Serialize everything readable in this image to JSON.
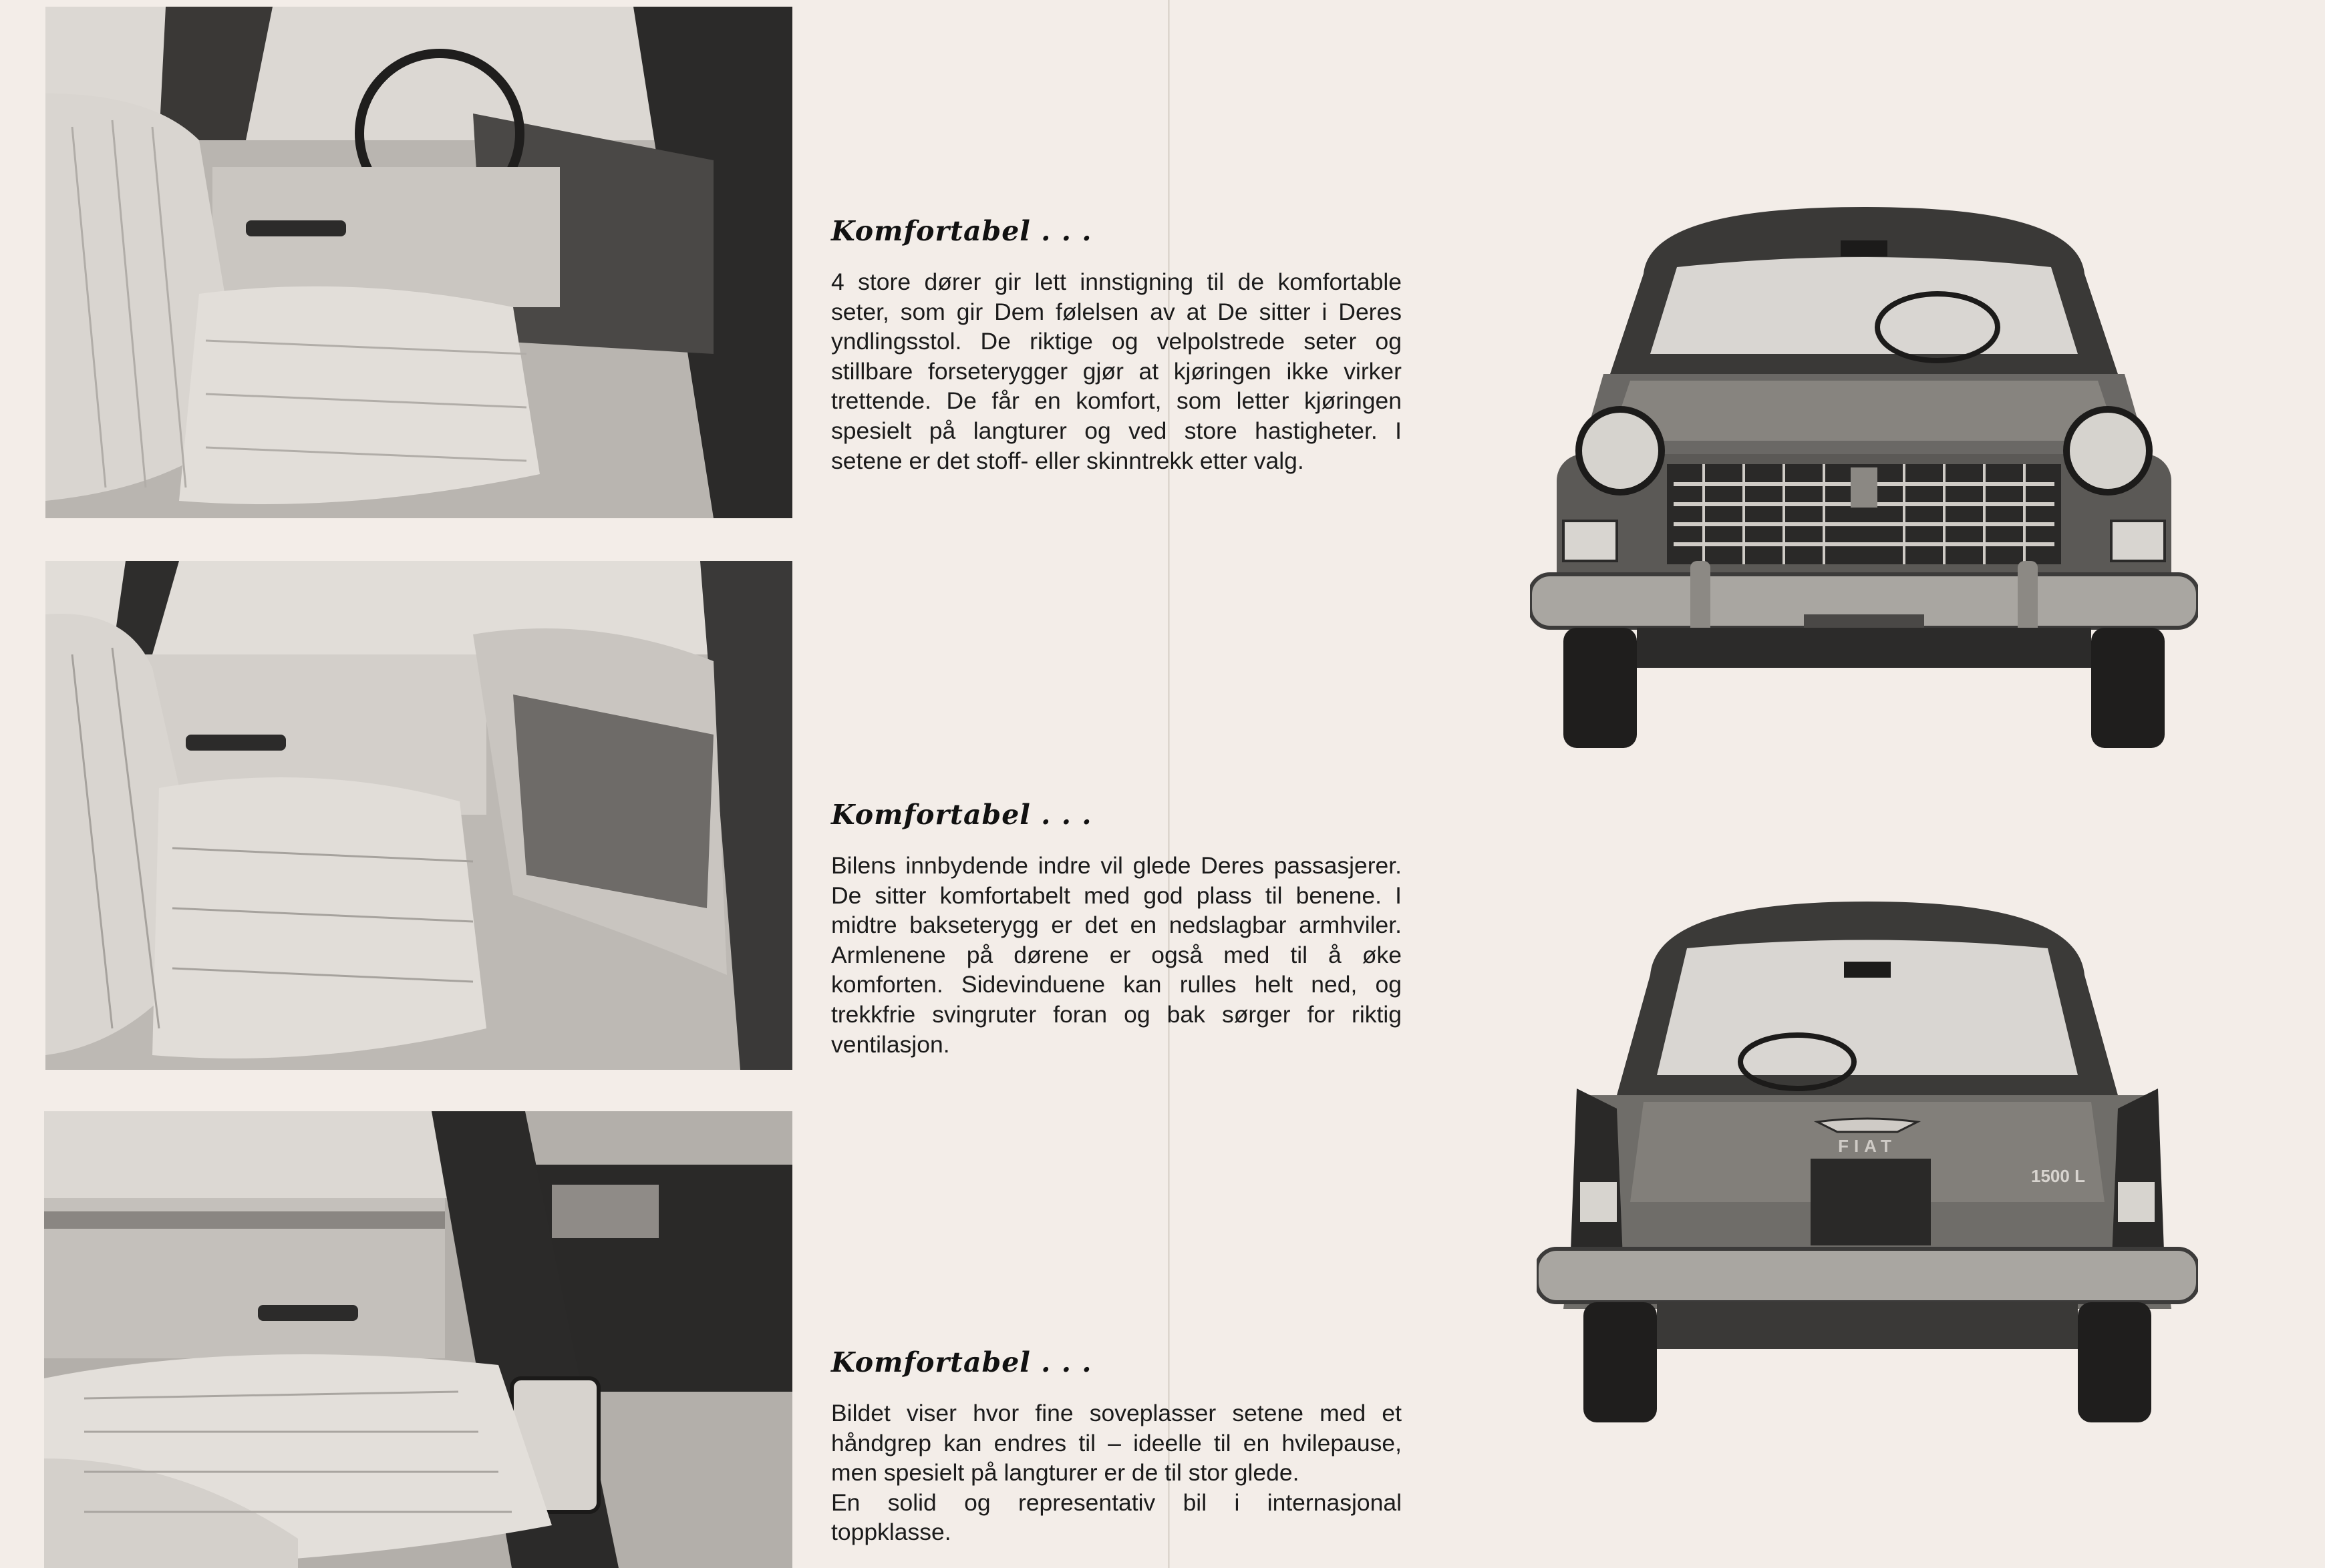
{
  "sections": [
    {
      "heading": "Komfortabel . . .",
      "body": "4 store dører gir lett innstigning til de komfortable seter, som gir Dem følelsen av at De sitter i Deres yndlingsstol. De riktige og velpolstrede seter og stillbare forseterygger gjør at kjøringen ikke virker trettende. De får en komfort, som letter kjøringen spesielt på langturer og ved store hastigheter. I setene er det stoff- eller skinntrekk etter valg."
    },
    {
      "heading": "Komfortabel . . .",
      "body": "Bilens innbydende indre vil glede Deres passasjerer. De sitter komfortabelt med god plass til benene. I midtre bakseterygg er det en nedslagbar armhviler. Armlenene på dørene er også med til å øke komforten. Sidevinduene kan rulles helt ned, og trekkfrie svingruter foran og bak sørger for riktig ventilasjon."
    },
    {
      "heading": "Komfortabel . . .",
      "body": "Bildet viser hvor fine soveplasser setene med et håndgrep kan endres til – ideelle til en hvilepause, men spesielt på langturer er de til stor glede.",
      "body2": "En solid og representativ bil i internasjonal toppklasse."
    }
  ],
  "rear_badge": "1500 L",
  "rear_brand": "FIAT",
  "colors": {
    "paper": "#f3ede8",
    "ink": "#1b1b1b",
    "photo_dark": "#2a2928",
    "photo_light": "#cfcbc6"
  }
}
